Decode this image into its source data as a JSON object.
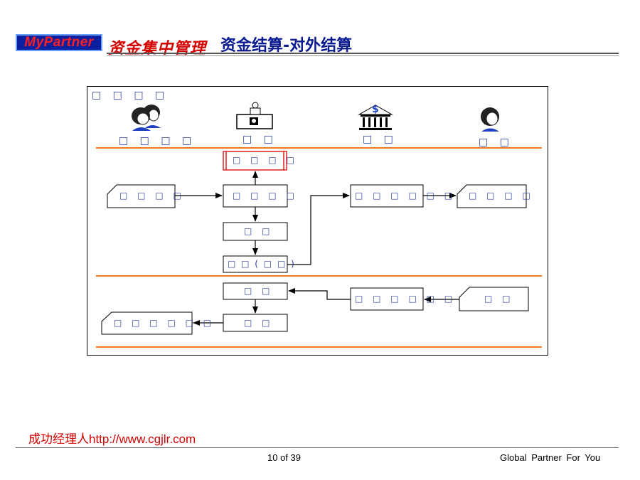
{
  "header": {
    "logo_text": "MyPartner",
    "logo_subtitle": "资金集中管理",
    "title": "资金结算-对外结算"
  },
  "diagram": {
    "corner_label": "□ □ □ □",
    "actors": [
      {
        "name": "□ □ □ □",
        "icon": "people-pair-icon"
      },
      {
        "name": "□ □",
        "icon": "teller-counter-icon"
      },
      {
        "name": "□ □",
        "icon": "bank-building-icon"
      },
      {
        "name": "□ □",
        "icon": "person-icon"
      }
    ],
    "boxes": {
      "top_red": "□ □ □ □",
      "left_doc_1": "□ □ □ □",
      "center_1": "□ □ □ □",
      "center_2": "□ □",
      "center_3": "□ □ ( □ □ )",
      "right_mid_1": "□ □ □ □ □ □",
      "right_doc_1": "□ □ □ □",
      "center_4": "□ □",
      "right_mid_2": "□ □ □ □ □ □",
      "right_doc_2": "□ □",
      "center_5": "□ □",
      "left_doc_2": "□ □ □ □ □ □"
    },
    "colors": {
      "lane_line": "#f07820",
      "box_border": "#000000",
      "highlight_border": "#e02020",
      "label_text": "#2a3aa0"
    }
  },
  "footer": {
    "link_text": "成功经理人http://www.cgjlr.com",
    "page": "10  of 39",
    "tagline": "Global  Partner  For You"
  }
}
